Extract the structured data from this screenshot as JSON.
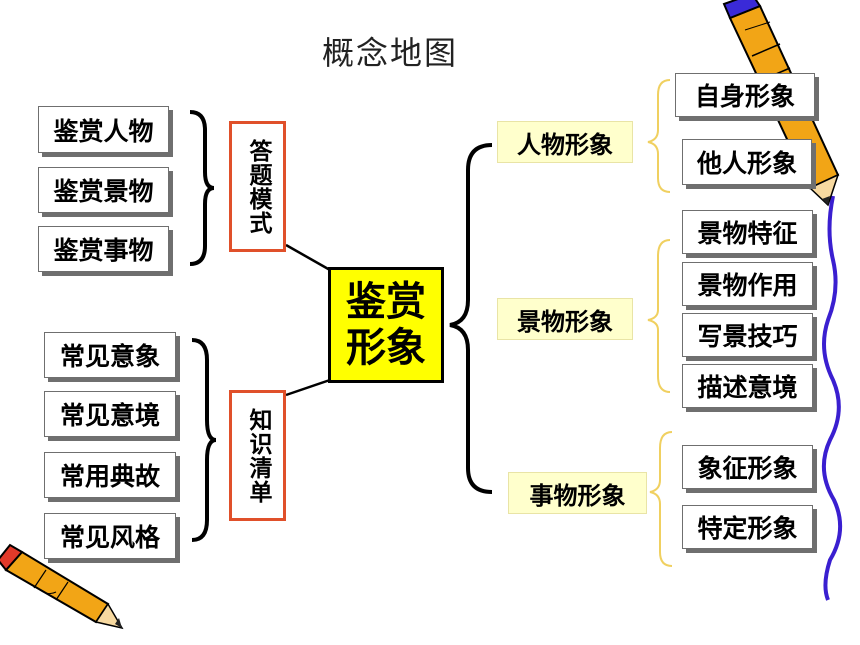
{
  "title": "概念地图",
  "center": {
    "line1": "鉴赏",
    "line2": "形象"
  },
  "left_top": {
    "items": [
      "鉴赏人物",
      "鉴赏景物",
      "鉴赏事物"
    ],
    "label": "答题模式"
  },
  "left_bottom": {
    "items": [
      "常见意象",
      "常见意境",
      "常用典故",
      "常见风格"
    ],
    "label": "知识清单"
  },
  "right": {
    "categories": [
      {
        "label": "人物形象",
        "items": [
          "自身形象",
          "他人形象"
        ]
      },
      {
        "label": "景物形象",
        "items": [
          "景物特征",
          "景物作用",
          "写景技巧",
          "描述意境"
        ]
      },
      {
        "label": "事物形象",
        "items": [
          "象征形象",
          "特定形象"
        ]
      }
    ]
  },
  "colors": {
    "center_fill": "#ffff00",
    "category_fill": "#ffffcc",
    "vertical_border": "#e0502a",
    "brace": "#000000",
    "small_brace": "#f0d060"
  },
  "decorations": [
    "pencil-icon-top-right",
    "pencil-icon-bottom-left",
    "squiggle-right"
  ]
}
